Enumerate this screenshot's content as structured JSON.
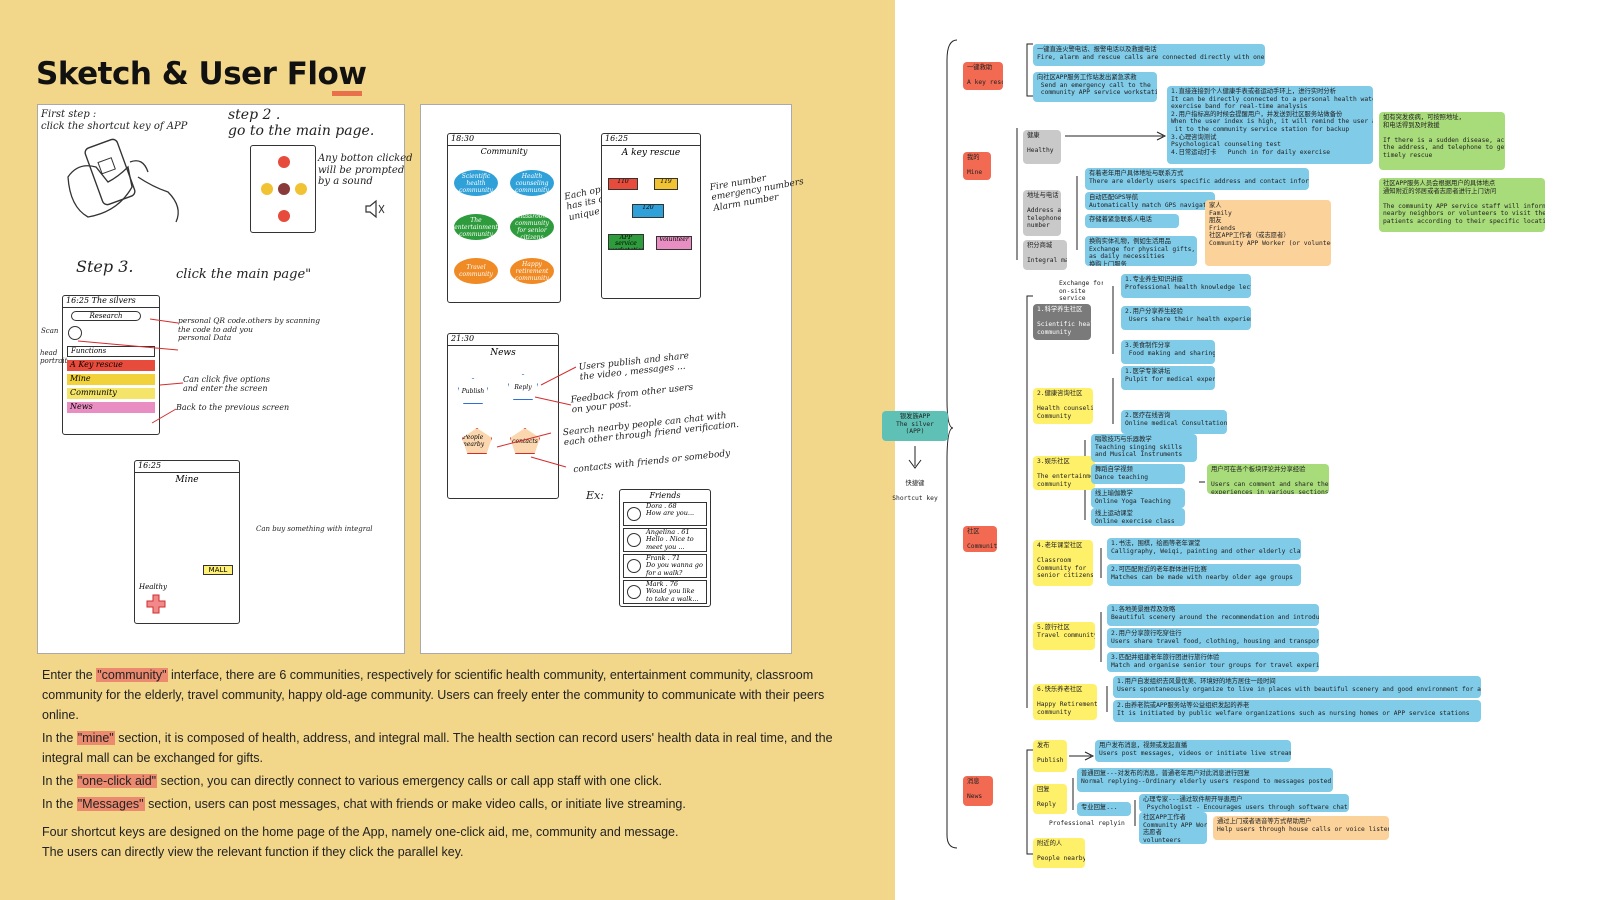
{
  "left": {
    "title": "Sketch & User Flow",
    "sketch_a": {
      "step1": "First step :\nclick the shortcut key of APP",
      "step2": "step 2 .\ngo to the main page.",
      "step2_note": "Any botton clicked\nwill be prompted\nby a sound",
      "step3": "Step 3.",
      "step3_note": "click the main page\"",
      "scan_label": "Scan",
      "head_portrait": "head\nportrait",
      "personal_note": "personal QR code.others by scanning\nthe code to add you\npersonal Data",
      "functions": "Functions",
      "menu_items": [
        "A Key rescue",
        "Mine",
        "Community",
        "News"
      ],
      "menu_colors": [
        "#e64b3c",
        "#f1d23a",
        "#f4e56a",
        "#e88ec2"
      ],
      "click_note": "Can click five options\nand enter the screen",
      "back_note": "Back to the previous screen",
      "mine_title": "Mine",
      "mine_note": "Can buy something with integral",
      "mall_label": "MALL",
      "healthy_label": "Healthy",
      "screen_time": "16:25",
      "screen_brand": "The silvers",
      "research": "Research"
    },
    "sketch_b": {
      "community_title": "Community",
      "community_note": "Each option\nhas its own\nunique function",
      "blobs": [
        "Scientific health community",
        "Health counseling community",
        "The entertainment community",
        "Classroom community for senior citizens",
        "Travel community",
        "Happy retirement community"
      ],
      "blob_colors": [
        "#2fa0d8",
        "#2fa0d8",
        "#2e9b3c",
        "#2e9b3c",
        "#f08a24",
        "#f08a24"
      ],
      "rescue_title": "A key rescue",
      "rescue_note": "Fire number\nemergency numbers\nAlarm number",
      "rescue_buttons": [
        "110",
        "119",
        "120",
        "APP service workstation",
        "Volunteer"
      ],
      "news_title": "News",
      "news_notes": [
        "Users publish and share\nthe video , messages ...",
        "Feedback from other users\non your post.",
        "Search nearby people can chat with\neach other through friend verification.",
        "contacts with friends or somebody"
      ],
      "news_shapes": [
        "Publish",
        "Reply",
        "People nearby",
        "contacts"
      ],
      "friends_ex": "Ex:",
      "friends_title": "Friends",
      "friends": [
        "Dora . 68\nHow are you...",
        "Angelina . 61\nHello . Nice to\nmeet you ...",
        "Frank . 71\nDo you wanna go\nfor a walk?",
        "Mark . 76\nWould you like\nto take a walk..."
      ],
      "time1": "18:30",
      "time2": "16:25",
      "time3": "21:30"
    },
    "description": [
      {
        "pre": "Enter the ",
        "hl": "\"community\"",
        "post": " interface, there are 6 communities, respectively for scientific health community, entertainment community, classroom community for the elderly, travel community, happy old-age community. Users can freely enter the community to communicate with their peers online."
      },
      {
        "pre": "In the ",
        "hl": "\"mine\"",
        "post": " section, it is composed of health, address, and integral mall. The health section can record users' health data in real time, and the integral mall can be exchanged for gifts."
      },
      {
        "pre": "In the ",
        "hl": "\"one-click aid\"",
        "post": " section, you can directly connect to various emergency calls or call app staff with one click."
      },
      {
        "pre": "In the ",
        "hl": "\"Messages\"",
        "post": " section, users can post messages, chat with friends or make video calls, or initiate live streaming."
      },
      {
        "pre": "Four shortcut keys are designed on the home page of the App, namely one-click aid, me, community and message.\nThe users can directly view the relevant function if they click the parallel key.",
        "hl": "",
        "post": ""
      }
    ]
  },
  "mindmap": {
    "root": {
      "cn": "银发族APP",
      "en": "The silver (APP)"
    },
    "shortcut": {
      "cn": "快捷键",
      "en": "Shortcut key"
    },
    "nodes": [
      {
        "id": "rescue",
        "cls": "red",
        "text": "一键救助\n\nA key rescue"
      },
      {
        "id": "r1",
        "cls": "blue",
        "text": "一键直连火警电话、报警电话以及救援电话\nFire, alarm and rescue calls are connected directly with one button"
      },
      {
        "id": "r2",
        "cls": "blue",
        "text": "向社区APP服务工作站发出紧急求救\n Send an emergency call to the\n community APP service workstation"
      },
      {
        "id": "mine",
        "cls": "red",
        "text": "我的\n\nMine"
      },
      {
        "id": "healthy",
        "cls": "grey",
        "text": "健康\n\nHealthy"
      },
      {
        "id": "h1",
        "cls": "blue",
        "text": "1.直接连接到个人健康手表或者运动手环上，进行实时分析\nIt can be directly connected to a personal health watch or\nexercise band for real-time analysis\n2.用户指标高的时候会提醒用户，并发送到社区服务站做备份\nWhen the user index is high, it will remind the user and send\n it to the community service station for backup\n3.心理咨询测试\nPsychological counseling test\n4.日常运动打卡   Punch in for daily exercise"
      },
      {
        "id": "h2",
        "cls": "green",
        "text": "如有突发疾病，可按照地址，\n和电话得到及时救援\n\nIf there is a sudden disease, according to\nthe address, and telephone to get\ntimely rescue"
      },
      {
        "id": "h3",
        "cls": "green",
        "text": "社区APP服务人员会根据用户的具体地点\n通知附近的邻居或者志愿者进行上门访问\n\nThe community APP service staff will inform the\nnearby neighbors or volunteers to visit the\npatients according to their specific location"
      },
      {
        "id": "address",
        "cls": "grey",
        "text": "地址与电话\n\nAddress and\ntelephone\nnumber"
      },
      {
        "id": "a1",
        "cls": "blue",
        "text": "有着老年用户具体地址与联系方式\nThere are elderly users specific address and contact information"
      },
      {
        "id": "a2",
        "cls": "blue",
        "text": "自动匹配GPS导航\nAutomatically match GPS navigation"
      },
      {
        "id": "a3",
        "cls": "blue",
        "text": "存储着紧急联系人电话"
      },
      {
        "id": "a4",
        "cls": "peach",
        "text": "家人\nFamily\n朋友\nFriends\n社区APP工作者（或志愿者）\nCommunity APP Worker (or volunteer)"
      },
      {
        "id": "mall",
        "cls": "grey",
        "text": "积分商城\n\nIntegral mall"
      },
      {
        "id": "m1",
        "cls": "blue",
        "text": "换购实体礼物，例如生活用品\nExchange for physical gifts, such\nas daily necessities\n换购上门服务"
      },
      {
        "id": "m2",
        "cls": "plain",
        "text": "Exchange for\non-site\nservice"
      },
      {
        "id": "community",
        "cls": "red",
        "text": "社区\n\nCommunity"
      },
      {
        "id": "c1",
        "cls": "dgrey",
        "text": "1.科学养生社区\n\nScientific health\ncommunity"
      },
      {
        "id": "c1a",
        "cls": "blue",
        "text": "1.专业养生知识讲座\nProfessional health knowledge lecture"
      },
      {
        "id": "c1b",
        "cls": "blue",
        "text": "2.用户分享养生经验\n Users share their health experience"
      },
      {
        "id": "c1c",
        "cls": "blue",
        "text": "3.美食制作分享\n Food making and sharing"
      },
      {
        "id": "c2",
        "cls": "yellow",
        "text": "2.健康咨询社区\n\nHealth counseling\nCommunity"
      },
      {
        "id": "c2a",
        "cls": "blue",
        "text": "1.医学专家讲坛\nPulpit for medical experts"
      },
      {
        "id": "c2b",
        "cls": "blue",
        "text": "2.医疗在线咨询\nOnline medical Consultation"
      },
      {
        "id": "c3",
        "cls": "yellow",
        "text": "3.娱乐社区\n\nThe entertainment\ncommunity"
      },
      {
        "id": "c3a",
        "cls": "blue",
        "text": "唱歌技巧与乐器教学\nTeaching singing skills\nand Musical Instruments"
      },
      {
        "id": "c3b",
        "cls": "blue",
        "text": "舞蹈自学视频\nDance teaching"
      },
      {
        "id": "c3c",
        "cls": "blue",
        "text": "线上瑜伽教学\nOnline Yoga Teaching"
      },
      {
        "id": "c3d",
        "cls": "blue",
        "text": "线上运动课堂\nOnline exercise class"
      },
      {
        "id": "c3e",
        "cls": "green",
        "text": "用户可在各个板块评论并分享经验\n\nUsers can comment and share their\nexperiences in various sections"
      },
      {
        "id": "c4",
        "cls": "yellow",
        "text": "4.老年课堂社区\n\nClassroom\nCommunity for\nsenior citizens"
      },
      {
        "id": "c4a",
        "cls": "blue",
        "text": "1.书法，围棋，绘画等老年课堂\nCalligraphy, Weiqi, painting and other elderly classes"
      },
      {
        "id": "c4b",
        "cls": "blue",
        "text": "2.可匹配附近的老年群体进行比赛\nMatches can be made with nearby older age groups"
      },
      {
        "id": "c5",
        "cls": "yellow",
        "text": "5.旅行社区\nTravel community"
      },
      {
        "id": "c5a",
        "cls": "blue",
        "text": "1.各地美景推荐及攻略\nBeautiful scenery around the recommendation and introduction"
      },
      {
        "id": "c5b",
        "cls": "blue",
        "text": "2.用户分享旅行吃穿住行\nUsers share travel food, clothing, housing and transportation"
      },
      {
        "id": "c5c",
        "cls": "blue",
        "text": "3.匹配并组建老年旅行团进行旅行体验\nMatch and organise senior tour groups for travel experience"
      },
      {
        "id": "c6",
        "cls": "yellow",
        "text": "6.快乐养老社区\n\nHappy Retirement\ncommunity"
      },
      {
        "id": "c6a",
        "cls": "blue",
        "text": "1.用户自发组织去风景优美、环境好的地方居住一段时间\nUsers spontaneously organize to live in places with beautiful scenery and good environment for a period of t"
      },
      {
        "id": "c6b",
        "cls": "blue",
        "text": "2.由养老院或APP服务站等公益组织发起的养老\nIt is initiated by public welfare organizations such as nursing homes or APP service stations"
      },
      {
        "id": "news",
        "cls": "red",
        "text": "消息\n\nNews"
      },
      {
        "id": "n1",
        "cls": "yellow",
        "text": "发布\n\nPublish"
      },
      {
        "id": "n1a",
        "cls": "blue",
        "text": "用户发布消息，视频或发起直播\nUsers post messages, videos or initiate live streaming"
      },
      {
        "id": "n2",
        "cls": "yellow",
        "text": "回复\n\nReply"
      },
      {
        "id": "n2a",
        "cls": "blue",
        "text": "普通回复---对发布的消息，普通老年用户对此消息进行回复\nNormal replying--Ordinary elderly users respond to messages posted by others"
      },
      {
        "id": "n2b",
        "cls": "blue",
        "text": "专业回复..."
      },
      {
        "id": "n2b2",
        "cls": "plain",
        "text": "Professional replying"
      },
      {
        "id": "n2c",
        "cls": "blue",
        "text": "心理专家---通过软件帮开导患用户\n Psychologist - Encourages users through software chat"
      },
      {
        "id": "n2d",
        "cls": "blue",
        "text": "社区APP工作者\nCommunity APP Worker\n志愿者\nvolunteers"
      },
      {
        "id": "n2e",
        "cls": "peach",
        "text": "通过上门或者语音等方式帮助用户\nHelp users through house calls or voice listening"
      },
      {
        "id": "n3",
        "cls": "yellow",
        "text": "附近的人\n\nPeople nearby"
      }
    ]
  }
}
